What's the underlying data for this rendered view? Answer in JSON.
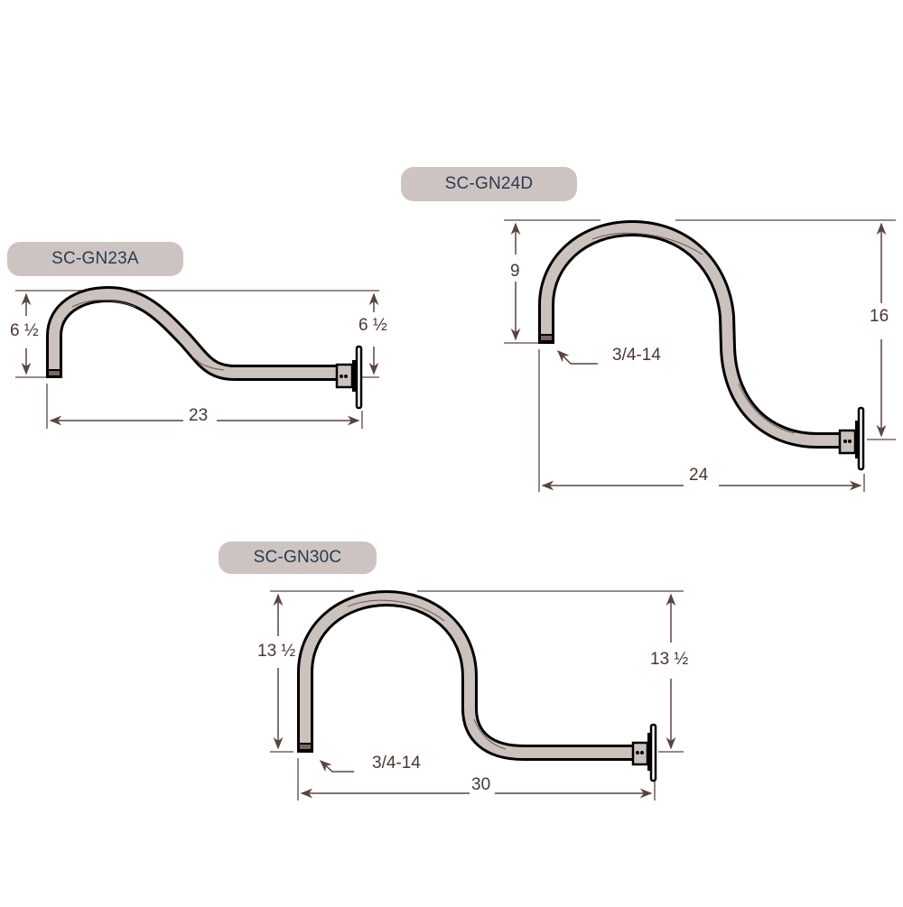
{
  "title": "Gooseneck arm dimension diagram",
  "colors": {
    "tube_fill": "#cbc2bd",
    "tube_outline": "#000000",
    "dimension_line": "#5a4440",
    "label_pill": "#cdc4c1",
    "label_text": "#2b3a52",
    "dimension_text": "#4a3631"
  },
  "models": [
    {
      "id": "SC-GN23A",
      "label": "SC-GN23A",
      "dimensions": {
        "left_height": "6 ½",
        "right_height": "6 ½",
        "width": "23"
      }
    },
    {
      "id": "SC-GN24D",
      "label": "SC-GN24D",
      "dimensions": {
        "left_height": "9",
        "right_height": "16",
        "width": "24",
        "thread": "3/4-14"
      }
    },
    {
      "id": "SC-GN30C",
      "label": "SC-GN30C",
      "dimensions": {
        "left_height": "13 ½",
        "right_height": "13 ½",
        "width": "30",
        "thread": "3/4-14"
      }
    }
  ]
}
